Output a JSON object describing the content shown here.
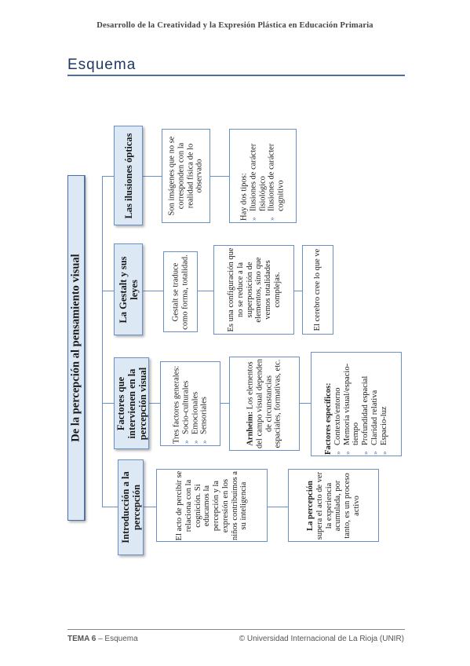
{
  "header": "Desarrollo de la Creatividad y la Expresión Plástica en Educación Primaria",
  "title": "Esquema",
  "footer": {
    "tema": "TEMA 6",
    "sep": " – Esquema",
    "copyright": "© Universidad Internacional de La Rioja (UNIR)"
  },
  "root": "De la percepción al pensamiento visual",
  "branches": {
    "ilusiones": {
      "title": "Las ilusiones ópticas",
      "text1": "Son imágenes que no se corresponden con la realidad física de lo observado",
      "list_intro": "Hay dos tipos:",
      "list": [
        "Ilusiones de carácter fisiológico",
        "Ilusiones de carácter cognitivo"
      ]
    },
    "gestalt": {
      "title": "La Gestalt y sus leyes",
      "text1": "Gestalt se traduce como forma, totalidad.",
      "text2": "Es una configuración que no se reduce a la superposición de elementos, sino que vemos totalidades complejas.",
      "text3": "El cerebro cree lo que ve"
    },
    "factores": {
      "title": "Factores que intervienen en la percepción visual",
      "general_intro": "Tres factores generales:",
      "general_list": [
        "Socio-culturales",
        "Emocionales",
        "Sensoriales"
      ],
      "arnheim_label": "Arnheim:",
      "arnheim_text": " Los elementos del campo visual dependen de circunstancias espaciales, formativas, etc.",
      "specific_intro": "Factores específicos:",
      "specific_list": [
        "Contexto/entorno",
        "Memoria visual/espacio-tiempo",
        "Profundidad espacial",
        "Claridad relativa",
        "Espacio-luz"
      ]
    },
    "intro": {
      "title": "Introducción a la percepción",
      "text1": "El acto de percibir se relaciona con la cognición. Si educamos la percepción y la expresión en los niños contribuimos a su inteligencia",
      "text2_label": "La percepción",
      "text2": " supera el acto de ver la experiencia acumulada, por tanto, es un proceso activo"
    }
  }
}
